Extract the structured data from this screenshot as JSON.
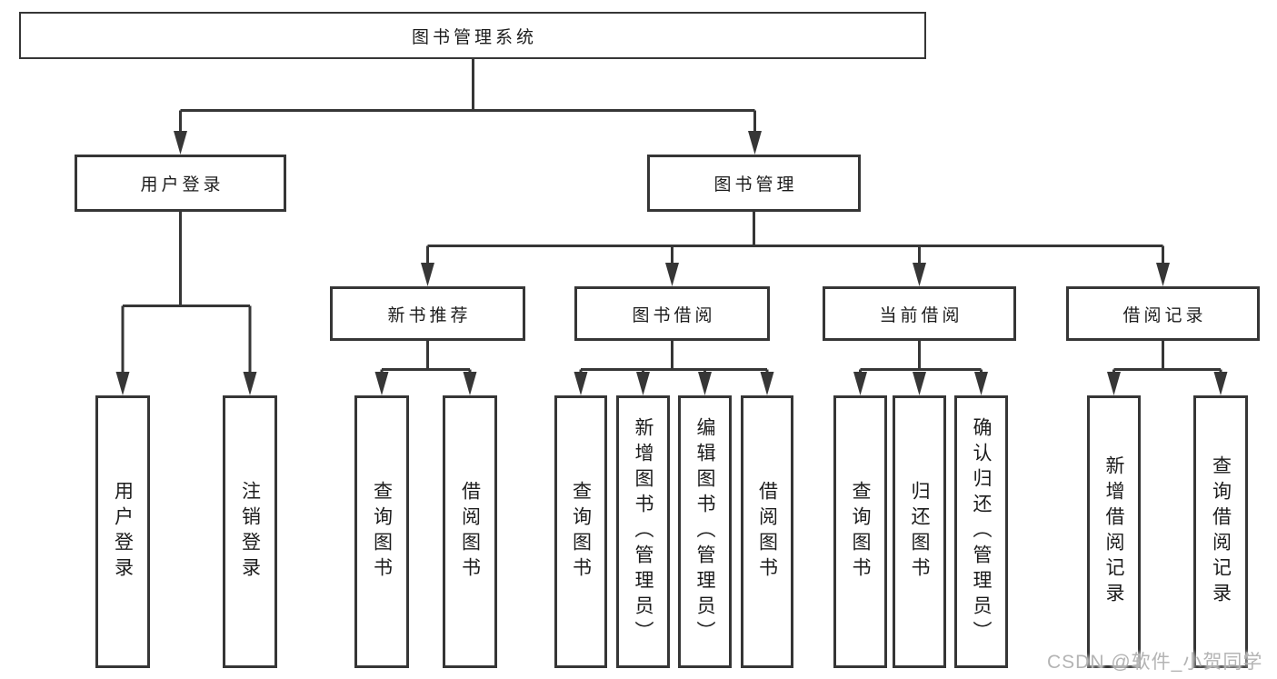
{
  "tree": {
    "root": {
      "label": "图书管理系统",
      "children": [
        {
          "label": "用户登录",
          "children": [
            {
              "label": "用户登录"
            },
            {
              "label": "注销登录"
            }
          ]
        },
        {
          "label": "图书管理",
          "children": [
            {
              "label": "新书推荐",
              "children": [
                {
                  "label": "查询图书"
                },
                {
                  "label": "借阅图书"
                }
              ]
            },
            {
              "label": "图书借阅",
              "children": [
                {
                  "label": "查询图书"
                },
                {
                  "label": "新增图书（管理员）"
                },
                {
                  "label": "编辑图书（管理员）"
                },
                {
                  "label": "借阅图书"
                }
              ]
            },
            {
              "label": "当前借阅",
              "children": [
                {
                  "label": "查询图书"
                },
                {
                  "label": "归还图书"
                },
                {
                  "label": "确认归还（管理员）"
                }
              ]
            },
            {
              "label": "借阅记录",
              "children": [
                {
                  "label": "新增借阅记录"
                },
                {
                  "label": "查询借阅记录"
                }
              ]
            }
          ]
        }
      ]
    }
  },
  "watermark": {
    "text": "CSDN @软件_小贺同学"
  },
  "colors": {
    "line": "#363636",
    "text": "#1c1c1c",
    "watermark": "#b4b4b4"
  }
}
